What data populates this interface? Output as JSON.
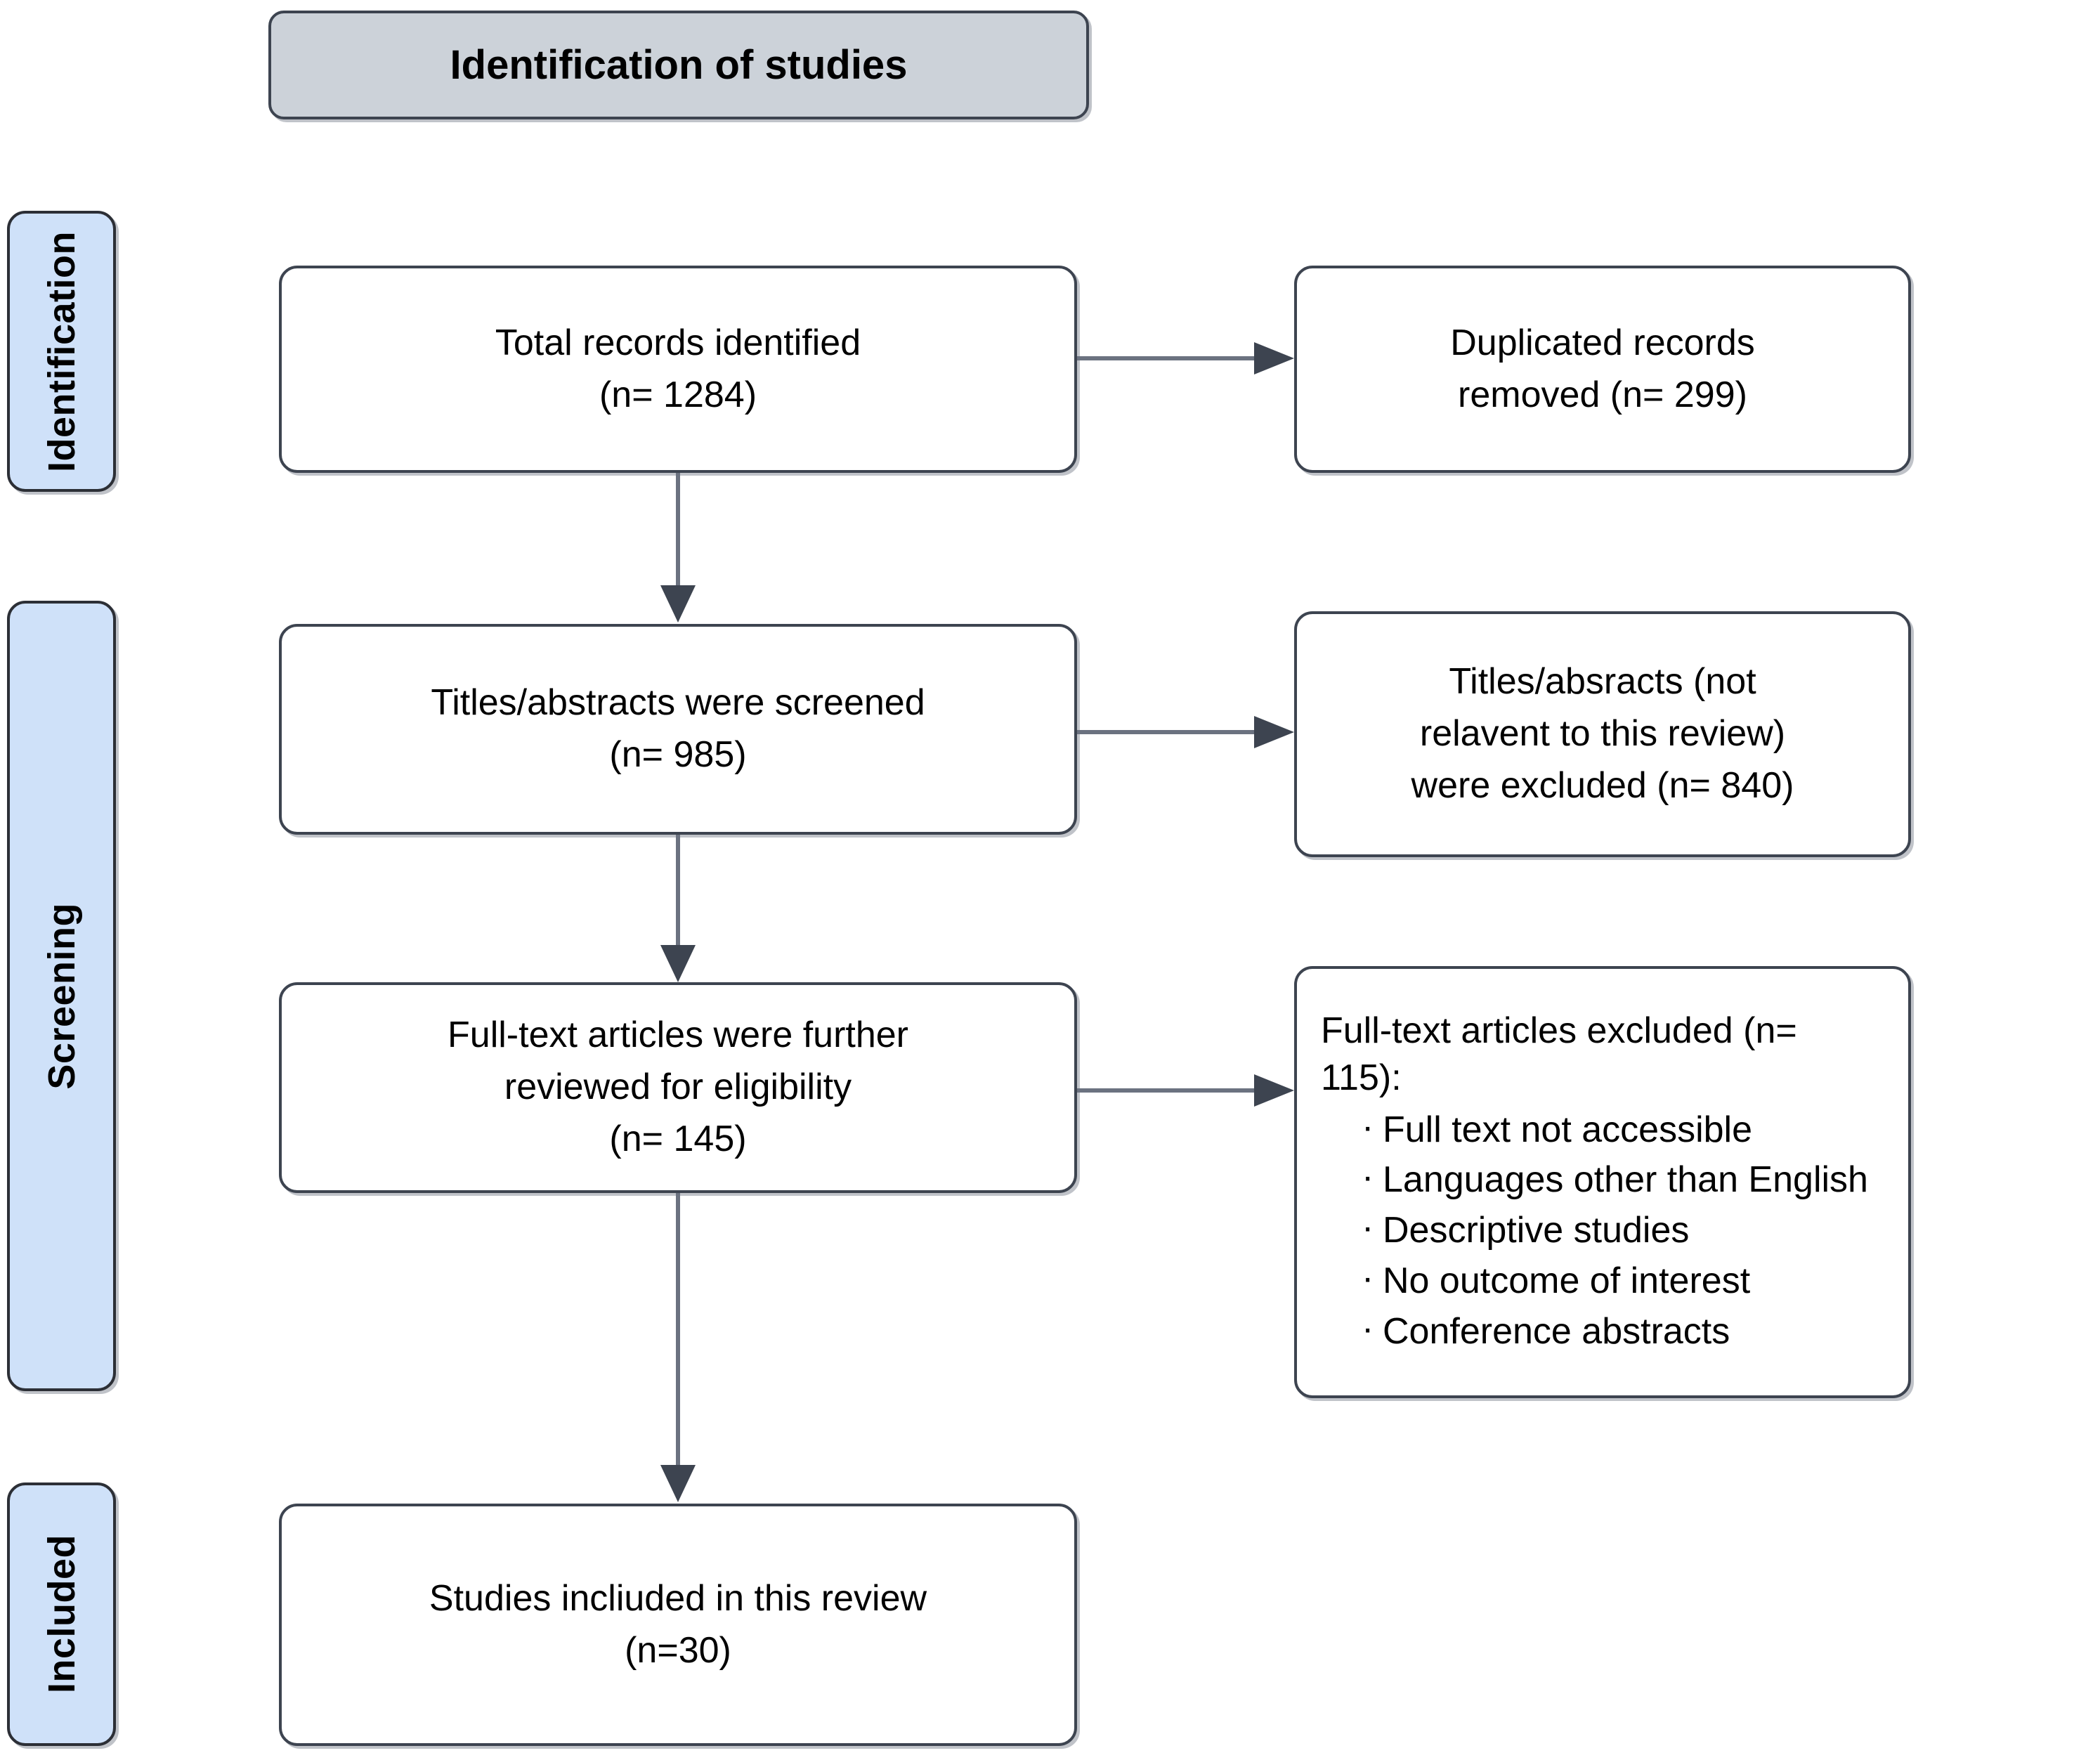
{
  "diagram": {
    "title": "Identification of studies",
    "accent_blue": "#cfe1f9",
    "banner_gray": "#ccd2d9",
    "border_color": "#3d4450",
    "arrow_color": "#3d4450"
  },
  "stages": [
    {
      "id": "identification",
      "label": "Identification"
    },
    {
      "id": "screening",
      "label": "Screening"
    },
    {
      "id": "included",
      "label": "Included"
    }
  ],
  "nodes": {
    "records_identified": {
      "line1": "Total records identified",
      "line2": "(n= 1284)",
      "text": "Total records identified\n(n= 1284)"
    },
    "duplicates_removed": {
      "line1": "Duplicated records",
      "line2": "removed (n= 299)",
      "text": "Duplicated records\nremoved (n= 299)"
    },
    "titles_screened": {
      "line1": "Titles/abstracts were screened",
      "line2": "(n= 985)",
      "text": "Titles/abstracts were screened\n(n= 985)"
    },
    "titles_excluded": {
      "line1": "Titles/absracts (not",
      "line2": "relavent to this review)",
      "line3": "were excluded (n= 840)",
      "text": "Titles/absracts (not\nrelavent to this review)\nwere excluded (n= 840)"
    },
    "fulltext_reviewed": {
      "line1": "Full-text articles were further",
      "line2": "reviewed for eligibility",
      "line3": "(n= 145)",
      "text": "Full-text articles were further\nreviewed for eligibility\n(n= 145)"
    },
    "fulltext_excluded": {
      "heading": "Full-text articles excluded (n= 115):",
      "reasons": [
        "Full text not accessible",
        "Languages other than English",
        "Descriptive studies",
        "No outcome of interest",
        "Conference abstracts"
      ]
    },
    "studies_included": {
      "line1": "Studies incliuded in this review",
      "line2": "(n=30)",
      "text": "Studies incliuded in this review\n(n=30)"
    }
  },
  "counts": {
    "total_records_identified": 1284,
    "duplicates_removed": 299,
    "titles_abstracts_screened": 985,
    "titles_abstracts_excluded": 840,
    "fulltext_reviewed": 145,
    "fulltext_excluded": 115,
    "studies_included": 30
  }
}
